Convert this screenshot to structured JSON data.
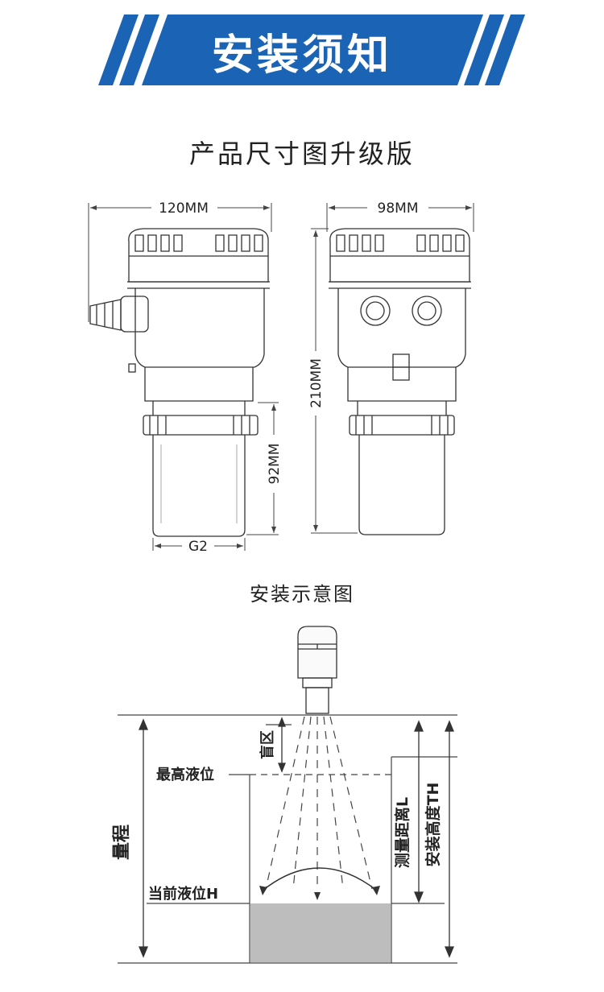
{
  "banner": {
    "title": "安装须知",
    "color": "#1b63b4"
  },
  "dimensions": {
    "title": "产品尺寸图升级版",
    "width_left": "120MM",
    "width_right": "98MM",
    "height_total": "210MM",
    "height_probe": "92MM",
    "thread": "G2"
  },
  "installation": {
    "title": "安装示意图",
    "blind_zone": "盲区",
    "max_level": "最高液位",
    "range": "量程",
    "current_level": "当前液位H",
    "measure_distance": "测量距离L",
    "install_height": "安装高度TH",
    "liquid_color": "#bdbdbd"
  }
}
